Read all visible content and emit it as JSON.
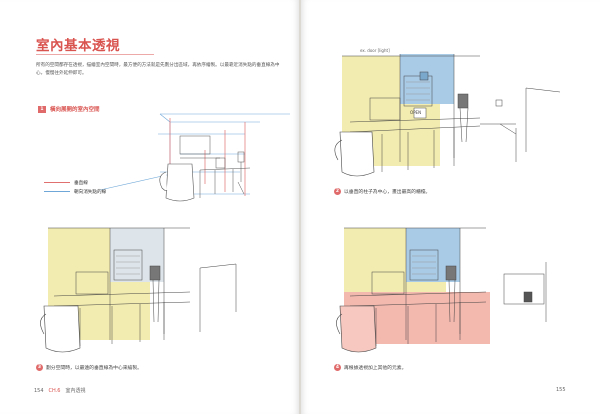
{
  "heading": "室內基本透視",
  "intro": "所有的空間都存在透視，描繪室內空間時，最方便的方法就是先劃分出區域，再依序繪製。以最靠近消失點的垂直線為中心，慢慢往外延伸即可。",
  "section": {
    "number": "1",
    "label": "橫向展開的室內空間"
  },
  "legend": [
    {
      "label": "垂直線",
      "color": "#e07070"
    },
    {
      "label": "朝向消失點的線",
      "color": "#6fa8d8"
    }
  ],
  "sign_text": "OPEN",
  "sketch_note": "ex. door [light]",
  "captions": [
    {
      "number": "2",
      "text": "以垂直的柱子為中心，畫出最高的櫃檯。"
    },
    {
      "number": "3",
      "text": "劃分空間時，以最遠的垂直線為中心來繪製。"
    },
    {
      "number": "4",
      "text": "再根據透視加上其他的元素。"
    }
  ],
  "folio_left": {
    "page": "154",
    "chapter": "CH.6",
    "chapter_title": "室內透視"
  },
  "folio_right": {
    "page": "155"
  },
  "colors": {
    "accent": "#d9534f",
    "vertical": "#e07070",
    "vanishing": "#6fa8d8",
    "wall_yellow": "#f3ecb0",
    "wall_blue": "#a9cbe6",
    "counter_pink": "#f3b8ae"
  }
}
